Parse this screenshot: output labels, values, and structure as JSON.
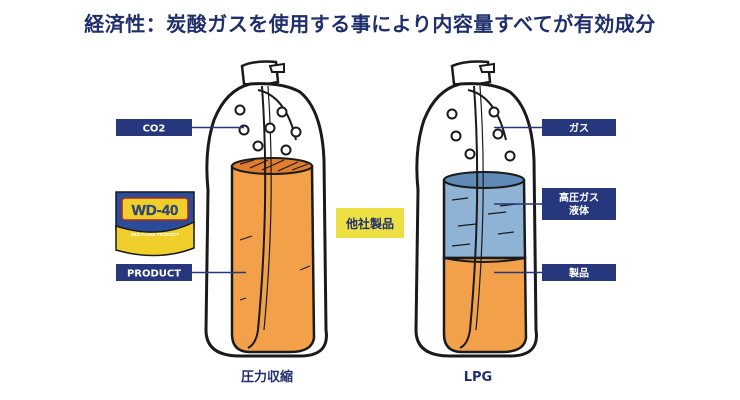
{
  "title": "経済性：炭酸ガスを使用する事により内容量すべてが有効成分",
  "labels": {
    "co2": "CO2",
    "product": "PRODUCT",
    "gas": "ガス",
    "liquid_gas_line1": "高圧ガス",
    "liquid_gas_line2": "液体",
    "seihin": "製品",
    "other_brand": "他社製品"
  },
  "captions": {
    "left": "圧力収縮",
    "right": "LPG"
  },
  "logo": {
    "brand": "WD-40",
    "tagline": "MULTI-USE PRODUCT"
  },
  "colors": {
    "navy": "#27377d",
    "orange": "#f2a14a",
    "blue_liquid": "#8fb3d4",
    "yellow": "#ece043",
    "outline": "#1a1a1a"
  }
}
